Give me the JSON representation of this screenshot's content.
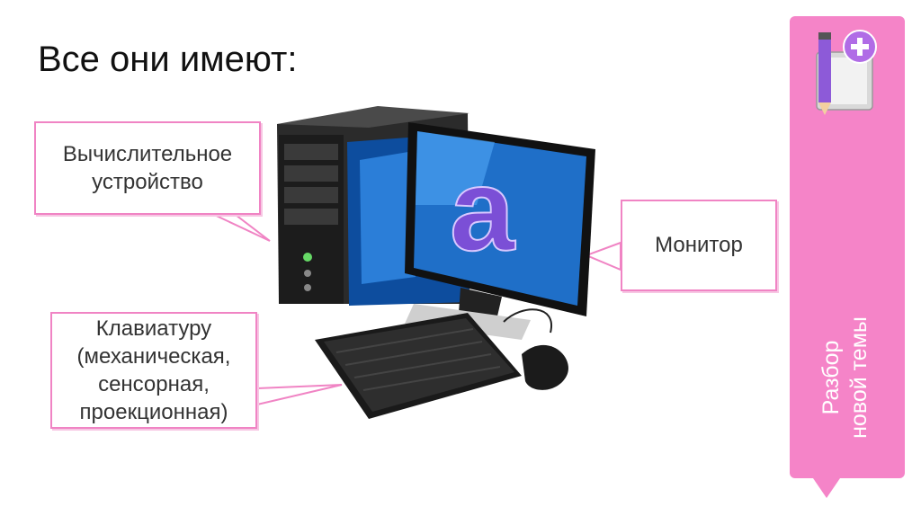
{
  "slide": {
    "title": "Все они имеют:"
  },
  "callouts": {
    "processor": "Вычислительное\nустройство",
    "monitor": "Монитор",
    "keyboard": "Клавиатуру\n(механическая,\nсенсорная,\nпроекционная)"
  },
  "side_panel": {
    "label": "Разбор\nновой темы",
    "icon": "notebook-pencil-plus-icon",
    "color": "#f584c8"
  },
  "illustration": {
    "subject": "computer-tower-monitor-keyboard-mouse",
    "screen_letter": "a"
  },
  "colors": {
    "accent": "#f084c4",
    "screen": "#1f6fc8",
    "letter": "#7b4fd6"
  }
}
